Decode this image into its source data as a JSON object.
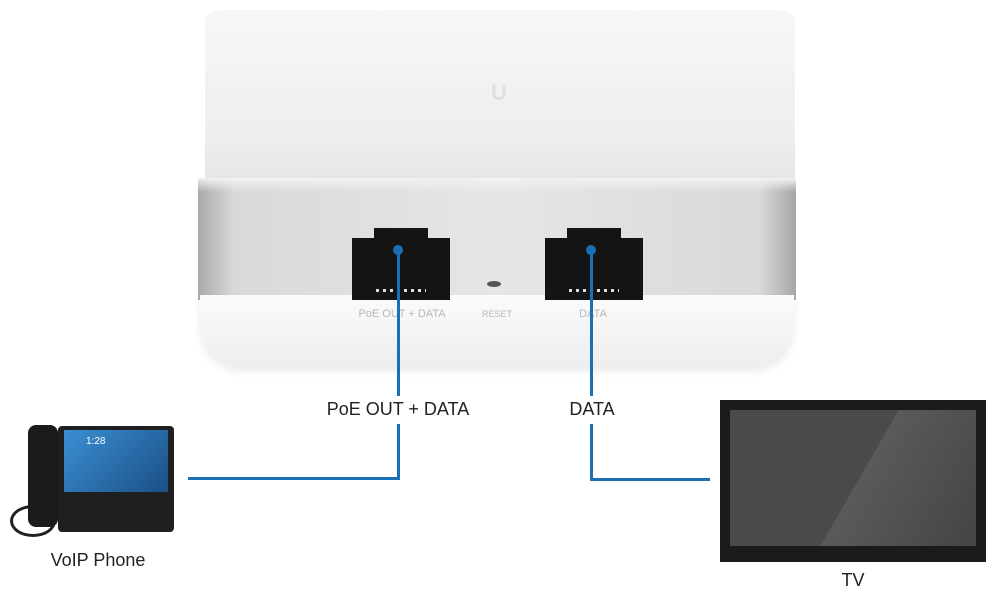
{
  "device": {
    "logo_text": "U",
    "ports": [
      {
        "label": "PoE OUT + DATA"
      },
      {
        "label": "RESET"
      },
      {
        "label": "DATA"
      }
    ]
  },
  "connections": [
    {
      "label": "PoE OUT + DATA",
      "target": "VoIP Phone"
    },
    {
      "label": "DATA",
      "target": "TV"
    }
  ],
  "phone": {
    "screen_time": "1:28"
  },
  "colors": {
    "connector_line": "#1a6fb5"
  }
}
